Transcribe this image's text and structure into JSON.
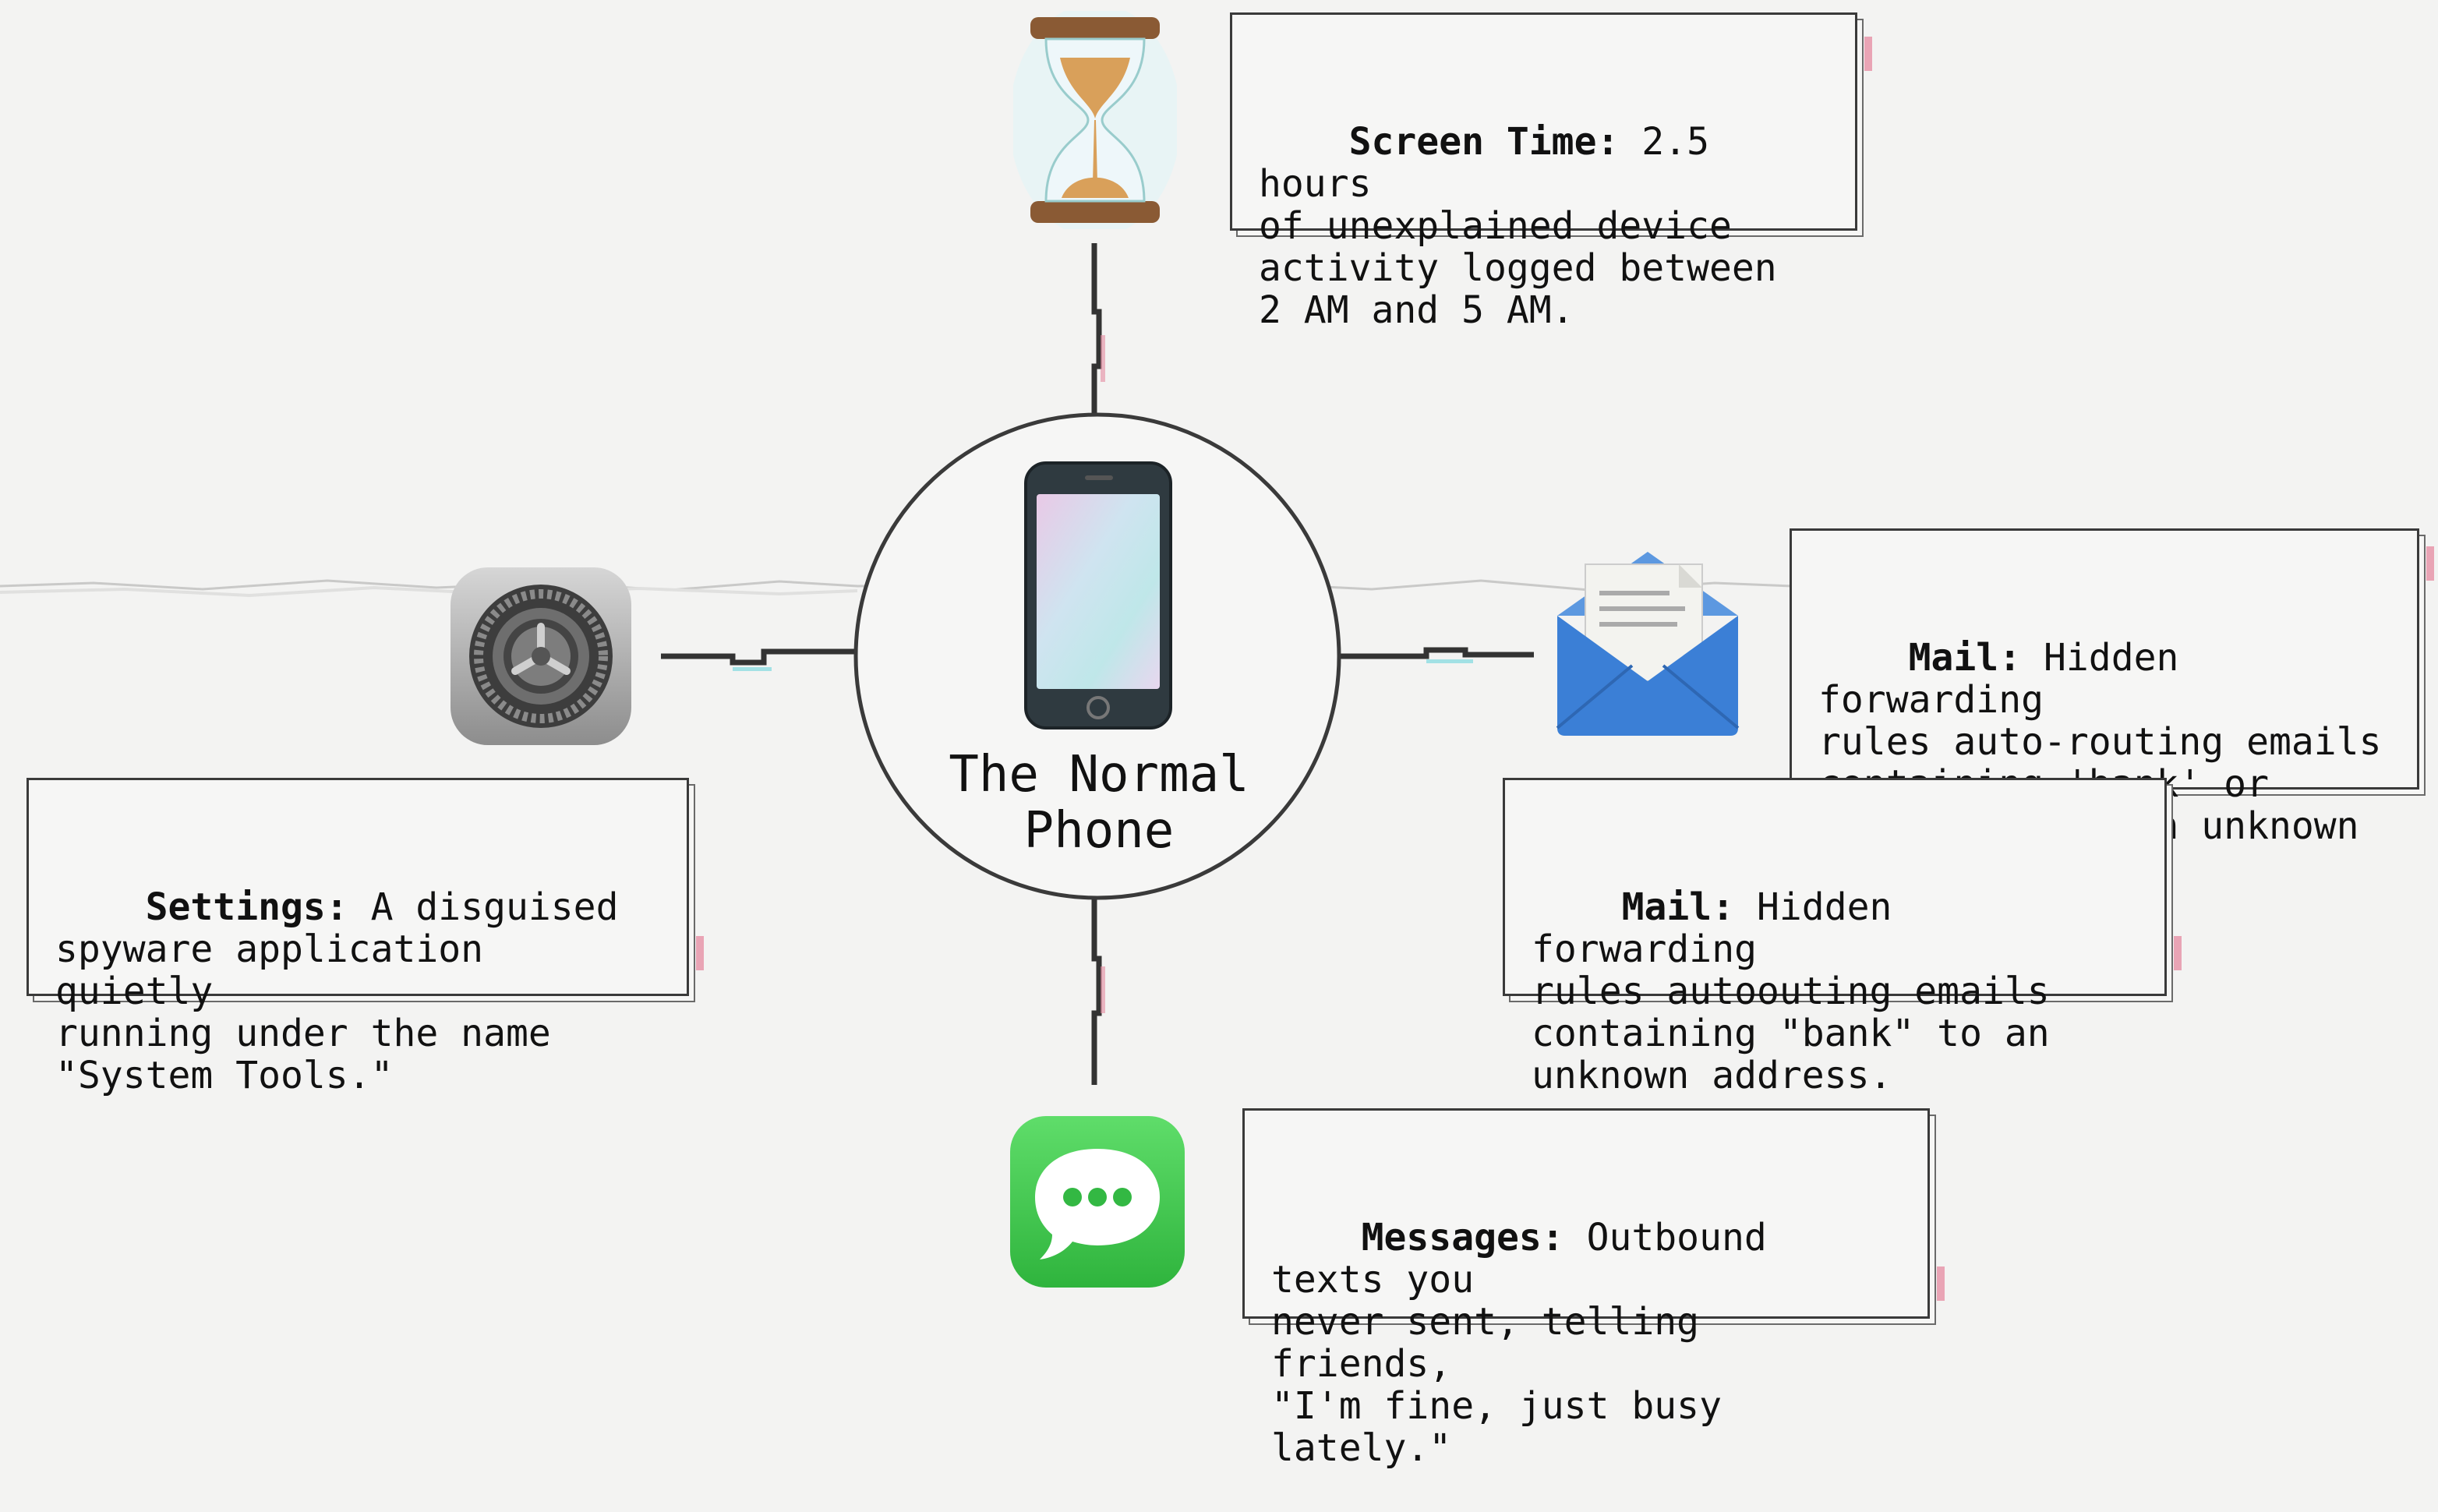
{
  "hub": {
    "title_line1": "The Normal",
    "title_line2": "Phone"
  },
  "cards": {
    "screen_time": {
      "label": "Screen Time:",
      "text": " 2.5 hours\nof unexplained device\nactivity logged between\n2 AM and 5 AM."
    },
    "mail_primary": {
      "label": "Mail:",
      "text": " Hidden forwarding\nrules auto-routing emails\ncontaining 'bank' or\n'password' to an unknown\naddress."
    },
    "mail_secondary": {
      "label": "Mail:",
      "text": " Hidden forwarding\nrules autoouting emails\ncontaining \"bank\" to an\nunknown address."
    },
    "settings": {
      "label": "Settings:",
      "text": " A disguised\nspyware application quietly\nrunning under the name\n\"System Tools.\""
    },
    "messages": {
      "label": "Messages:",
      "text": " Outbound texts you\nnever sent, telling friends,\n\"I'm fine, just busy lately.\""
    }
  },
  "icons": {
    "top": "hourglass-icon",
    "center": "smartphone-icon",
    "left": "settings-gear-icon",
    "right": "mail-envelope-icon",
    "bottom": "messages-bubble-icon"
  },
  "colors": {
    "background": "#f3f3f2",
    "line": "#333333",
    "glitch_cyan": "#7fd9e0",
    "glitch_red": "#e58aa0",
    "mail_blue": "#3b7fd6",
    "messages_green": "#3cc24c",
    "hourglass_wood": "#8a5a34",
    "sand": "#d9a05a"
  }
}
